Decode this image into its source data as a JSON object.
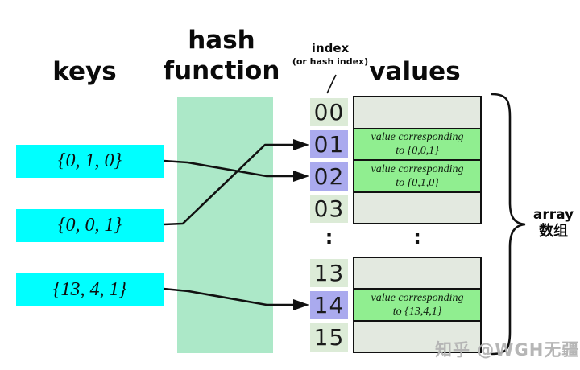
{
  "headers": {
    "keys": "keys",
    "hash_function_line1": "hash",
    "hash_function_line2": "function",
    "index": "index",
    "index_sub": "(or hash index)",
    "values": "values"
  },
  "keys": [
    {
      "label": "{0, 1, 0}"
    },
    {
      "label": "{0, 0, 1}"
    },
    {
      "label": "{13, 4, 1}"
    }
  ],
  "index_cells": [
    {
      "label": "00",
      "highlighted": false
    },
    {
      "label": "01",
      "highlighted": true
    },
    {
      "label": "02",
      "highlighted": true
    },
    {
      "label": "03",
      "highlighted": false
    },
    {
      "label": "13",
      "highlighted": false
    },
    {
      "label": "14",
      "highlighted": true
    },
    {
      "label": "15",
      "highlighted": false
    }
  ],
  "ellipsis": ":",
  "values_group1": [
    {
      "line1": "",
      "line2": "",
      "filled": false
    },
    {
      "line1": "value corresponding",
      "line2": "to {0,0,1}",
      "filled": true
    },
    {
      "line1": "value corresponding",
      "line2": "to {0,1,0}",
      "filled": true
    },
    {
      "line1": "",
      "line2": "",
      "filled": false
    }
  ],
  "values_group2": [
    {
      "line1": "",
      "line2": "",
      "filled": false
    },
    {
      "line1": "value corresponding",
      "line2": "to {13,4,1}",
      "filled": true
    },
    {
      "line1": "",
      "line2": "",
      "filled": false
    }
  ],
  "mappings": [
    {
      "key": "{0, 1, 0}",
      "index": "02"
    },
    {
      "key": "{0, 0, 1}",
      "index": "01"
    },
    {
      "key": "{13, 4, 1}",
      "index": "14"
    }
  ],
  "array_label": {
    "en": "array",
    "zh": "数组"
  },
  "watermark": "知乎 @WGH无疆",
  "colors": {
    "key_box": "#00ffff",
    "hash_function_box": "#ace8c8",
    "index_cell": "#dcebd7",
    "index_cell_highlight": "#aaaaee",
    "value_cell_empty": "#e3e9e0",
    "value_cell_filled": "#90ee90",
    "line": "#111111"
  }
}
